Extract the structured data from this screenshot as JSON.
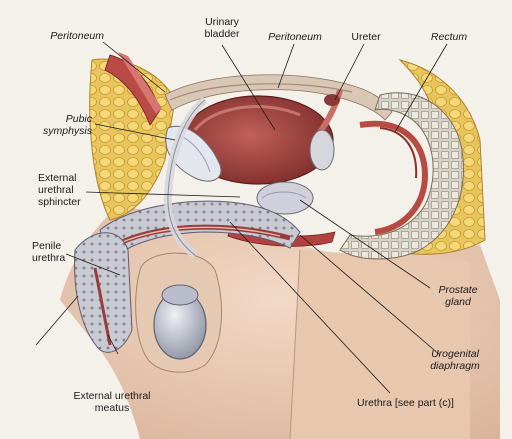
{
  "labels": {
    "peritoneum_left": "Peritoneum",
    "urinary_bladder": [
      "Urinary",
      "bladder"
    ],
    "peritoneum_top": "Peritoneum",
    "ureter": "Ureter",
    "rectum": "Rectum",
    "pubic_symphysis": [
      "Pubic",
      "symphysis"
    ],
    "external_urethral_sphincter": [
      "External",
      "urethral",
      "sphincter"
    ],
    "penile_urethra": [
      "Penile",
      "urethra"
    ],
    "prostate_gland": [
      "Prostate",
      "gland"
    ],
    "urogenital_diaphragm": [
      "Urogenital",
      "diaphragm"
    ],
    "external_urethral_meatus": [
      "External urethral",
      "meatus"
    ],
    "urethra": "Urethra [see part (c)]"
  }
}
